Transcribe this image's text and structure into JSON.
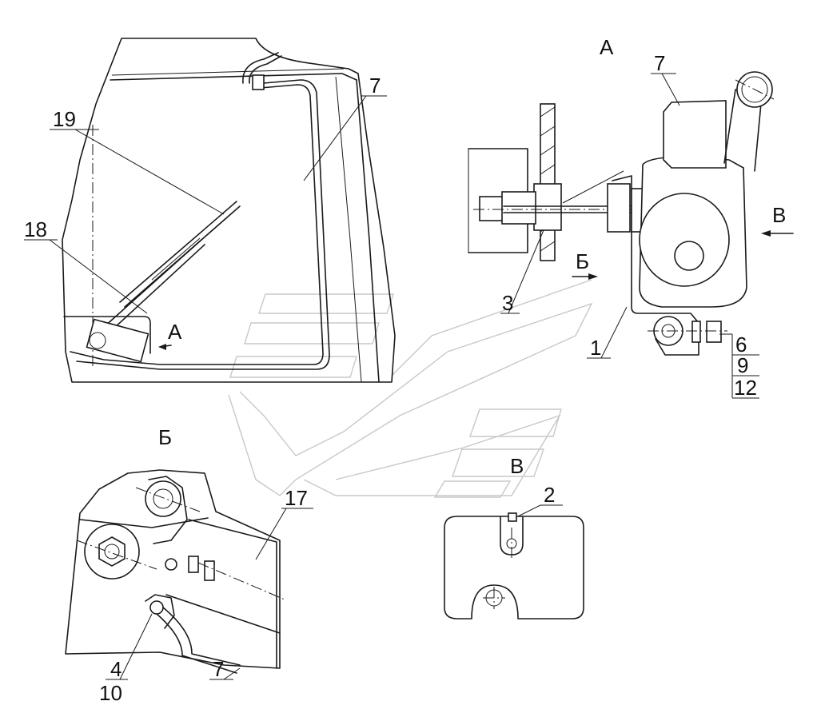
{
  "labels": {
    "l19": "19",
    "l18": "18",
    "l7a": "7",
    "l7b": "7",
    "l7c": "7",
    "l3": "3",
    "l1": "1",
    "l6": "6",
    "l9": "9",
    "l12": "12",
    "l2": "2",
    "l17": "17",
    "l4": "4",
    "l10": "10"
  },
  "views": {
    "vA_top": "А",
    "vA_arrow": "А",
    "vB_right": "В",
    "vB_bottom": "В",
    "vBe_arrow": "Б",
    "vBe_view": "Б"
  }
}
